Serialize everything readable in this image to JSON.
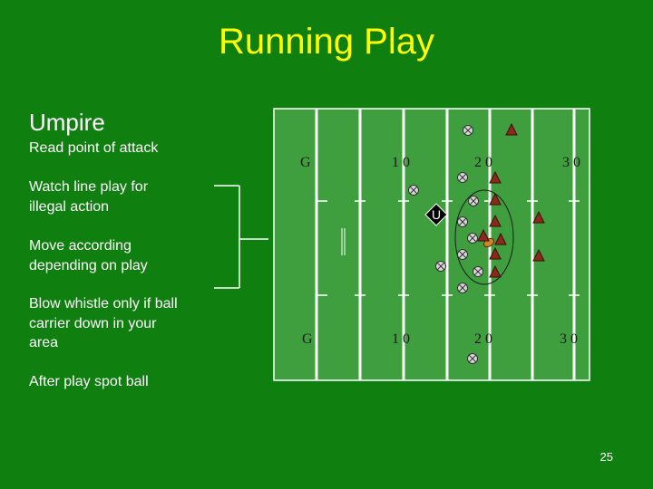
{
  "slide": {
    "title": "Running Play",
    "heading": "Umpire",
    "bullets": [
      "Read point of attack",
      "Watch line play for illegal action",
      "Move according depending on play",
      "Blow whistle only if ball carrier down in your area",
      "After play spot ball"
    ],
    "page_number": "25"
  },
  "field": {
    "top_labels": [
      "G",
      "1 0",
      "2 0",
      "3 0"
    ],
    "bottom_labels": [
      "G",
      "1 0",
      "2 0",
      "3 0"
    ],
    "umpire_label": "U",
    "colors": {
      "background": "#0f7f0f",
      "field": "#3f9f3f",
      "title": "#ffff00",
      "defender": "#8b2a1a",
      "offense": "#d8d8d8"
    }
  }
}
